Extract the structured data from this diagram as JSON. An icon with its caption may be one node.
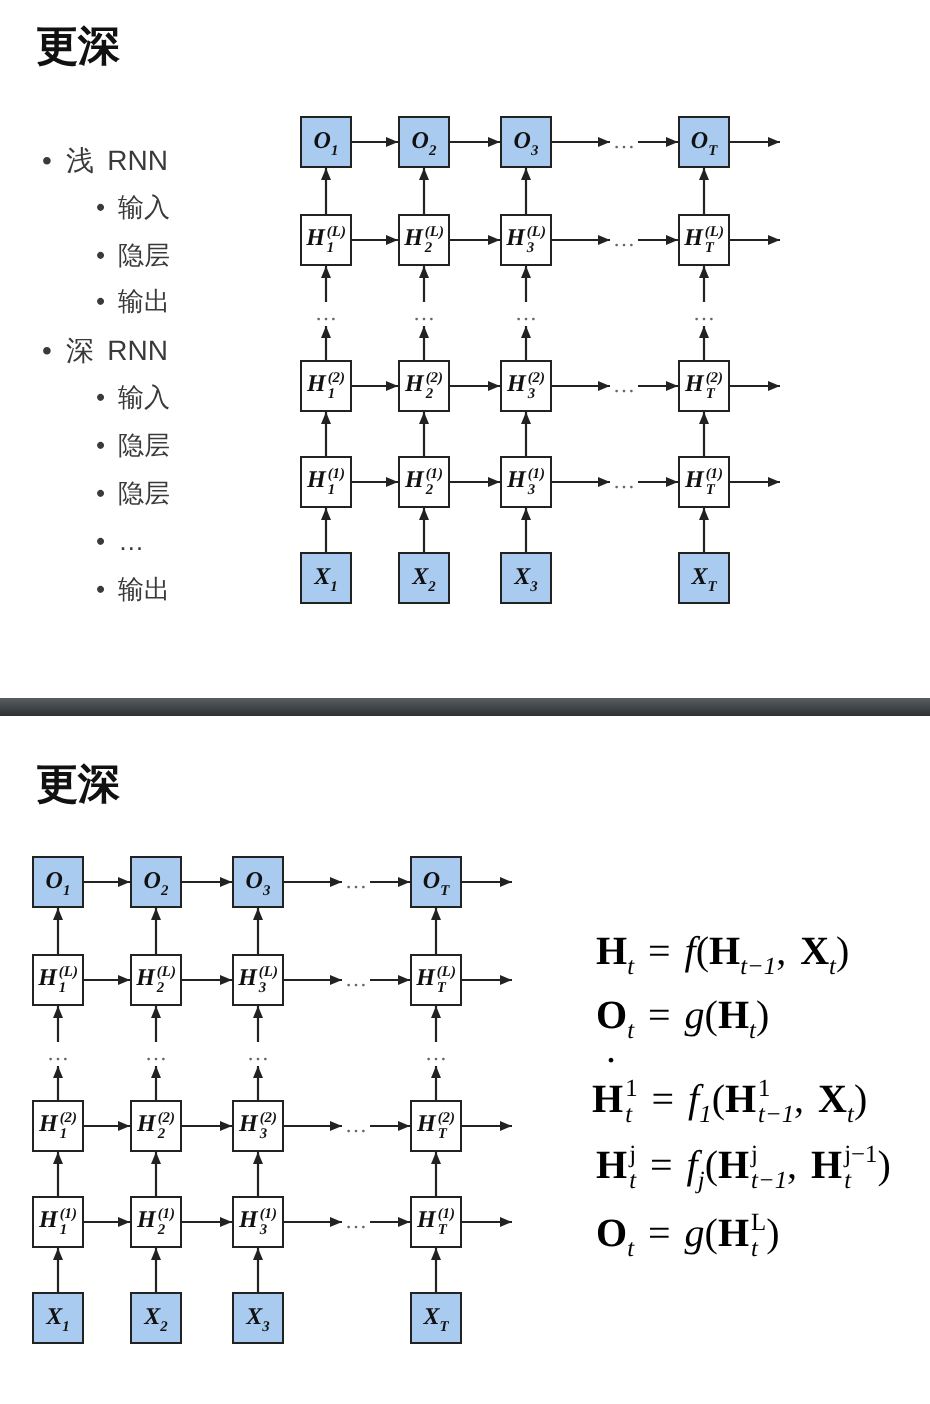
{
  "diagram": {
    "title": "更深",
    "nodes": [
      {
        "text": [
          "O$_{1}$"
        ]
      },
      {
        "text": [
          "O$_{2}$"
        ]
      },
      {
        "text": [
          "O$_{3}$"
        ]
      },
      {
        "text": [
          "…"
        ]
      },
      {
        "text": [
          "O$_{T}$"
        ]
      },
      {
        "text": [
          "H$^{(L)}$$_{1}$"
        ]
      },
      {
        "text": [
          "H$^{(L)}$$_{2}$"
        ]
      },
      {
        "text": [
          "H$^{(L)}$$_{3}$"
        ]
      },
      {
        "text": [
          "…"
        ]
      },
      {
        "text": [
          "H$^{(L)}$$_{T}$"
        ]
      },
      {
        "text": [
          "…"
        ]
      },
      {
        "text": [
          "…"
        ]
      },
      {
        "text": [
          "…"
        ]
      },
      {
        "text": [
          "…"
        ]
      },
      {
        "text": [
          "H$^{(2)}$$_{1}$"
        ]
      },
      {
        "text": [
          "H$^{(2)}$$_{2}$"
        ]
      },
      {
        "text": [
          "H$^{(2)}$$_{3}$"
        ]
      },
      {
        "text": [
          "…"
        ]
      },
      {
        "text": [
          "H$^{(2)}$$_{T}$"
        ]
      },
      {
        "text": [
          "H$^{(1)}$$_{1}$"
        ]
      },
      {
        "text": [
          "H$^{(1)}$$_{2}$"
        ]
      },
      {
        "text": [
          "H$^{(1)}$$_{3}$"
        ]
      },
      {
        "text": [
          "…"
        ]
      },
      {
        "text": [
          "H$^{(1)}$$_{T}$"
        ]
      },
      {
        "text": [
          "X$_{1}$"
        ]
      },
      {
        "text": [
          "X$_{2}$"
        ]
      },
      {
        "text": [
          "X$_{3}$"
        ]
      },
      {
        "text": [
          "X$_{T}$"
        ]
      },
      {
        "text": [
          "O$_{1}$"
        ]
      },
      {
        "text": [
          "O$_{2}$"
        ]
      },
      {
        "text": [
          "O$_{3}$"
        ]
      },
      {
        "text": [
          "…"
        ]
      },
      {
        "text": [
          "O$_{T}$"
        ]
      },
      {
        "text": [
          "H$^{(L)}$$_{1}$"
        ]
      },
      {
        "text": [
          "H$^{(L)}$$_{2}$"
        ]
      },
      {
        "text": [
          "H$^{(L)}$$_{3}$"
        ]
      },
      {
        "text": [
          "…"
        ]
      },
      {
        "text": [
          "H$^{(L)}$$_{T}$"
        ]
      },
      {
        "text": [
          "…"
        ]
      },
      {
        "text": [
          "…"
        ]
      },
      {
        "text": [
          "…"
        ]
      },
      {
        "text": [
          "…"
        ]
      },
      {
        "text": [
          "H$^{(2)}$$_{1}$"
        ]
      },
      {
        "text": [
          "H$^{(2)}$$_{2}$"
        ]
      },
      {
        "text": [
          "H$^{(2)}$$_{3}$"
        ]
      },
      {
        "text": [
          "…"
        ]
      },
      {
        "text": [
          "H$^{(2)}$$_{T}$"
        ]
      },
      {
        "text": [
          "H$^{(1)}$$_{1}$"
        ]
      },
      {
        "text": [
          "H$^{(1)}$$_{2}$"
        ]
      },
      {
        "text": [
          "H$^{(1)}$$_{3}$"
        ]
      },
      {
        "text": [
          "…"
        ]
      },
      {
        "text": [
          "H$^{(1)}$$_{T}$"
        ]
      },
      {
        "text": [
          "X$_{1}$"
        ]
      },
      {
        "text": [
          "X$_{2}$"
        ]
      },
      {
        "text": [
          "X$_{3}$"
        ]
      },
      {
        "text": [
          "X$_{T}$"
        ]
      }
    ],
    "edges": [
      {
        "from": 0,
        "to": 1,
        "arrow": "to"
      },
      {
        "from": 1,
        "to": 2,
        "arrow": "to"
      },
      {
        "from": 2,
        "to": 3,
        "arrow": "to"
      },
      {
        "from": 3,
        "to": 4,
        "arrow": "to"
      },
      {
        "from": 4,
        "to": null,
        "arrow": "to"
      },
      {
        "from": 5,
        "to": 6,
        "arrow": "to"
      },
      {
        "from": 6,
        "to": 7,
        "arrow": "to"
      },
      {
        "from": 7,
        "to": 8,
        "arrow": "to"
      },
      {
        "from": 8,
        "to": 9,
        "arrow": "to"
      },
      {
        "from": 9,
        "to": null,
        "arrow": "to"
      },
      {
        "from": 14,
        "to": 15,
        "arrow": "to"
      },
      {
        "from": 15,
        "to": 16,
        "arrow": "to"
      },
      {
        "from": 16,
        "to": 17,
        "arrow": "to"
      },
      {
        "from": 17,
        "to": 18,
        "arrow": "to"
      },
      {
        "from": 18,
        "to": null,
        "arrow": "to"
      },
      {
        "from": 19,
        "to": 20,
        "arrow": "to"
      },
      {
        "from": 20,
        "to": 21,
        "arrow": "to"
      },
      {
        "from": 21,
        "to": 22,
        "arrow": "to"
      },
      {
        "from": 22,
        "to": 23,
        "arrow": "to"
      },
      {
        "from": 23,
        "to": null,
        "arrow": "to"
      },
      {
        "from": 24,
        "to": 19,
        "arrow": "to"
      },
      {
        "from": 19,
        "to": 14,
        "arrow": "to"
      },
      {
        "from": 14,
        "to": 10,
        "arrow": "to"
      },
      {
        "from": 10,
        "to": 5,
        "arrow": "to"
      },
      {
        "from": 5,
        "to": 0,
        "arrow": "to"
      },
      {
        "from": 25,
        "to": 20,
        "arrow": "to"
      },
      {
        "from": 20,
        "to": 15,
        "arrow": "to"
      },
      {
        "from": 15,
        "to": 11,
        "arrow": "to"
      },
      {
        "from": 11,
        "to": 6,
        "arrow": "to"
      },
      {
        "from": 6,
        "to": 1,
        "arrow": "to"
      },
      {
        "from": 26,
        "to": 21,
        "arrow": "to"
      },
      {
        "from": 21,
        "to": 16,
        "arrow": "to"
      },
      {
        "from": 16,
        "to": 12,
        "arrow": "to"
      },
      {
        "from": 12,
        "to": 7,
        "arrow": "to"
      },
      {
        "from": 7,
        "to": 2,
        "arrow": "to"
      },
      {
        "from": 27,
        "to": 23,
        "arrow": "to"
      },
      {
        "from": 23,
        "to": 18,
        "arrow": "to"
      },
      {
        "from": 18,
        "to": 13,
        "arrow": "to"
      },
      {
        "from": 13,
        "to": 9,
        "arrow": "to"
      },
      {
        "from": 9,
        "to": 4,
        "arrow": "to"
      },
      {
        "from": 28,
        "to": 29,
        "arrow": "to"
      },
      {
        "from": 29,
        "to": 30,
        "arrow": "to"
      },
      {
        "from": 30,
        "to": 31,
        "arrow": "to"
      },
      {
        "from": 31,
        "to": 32,
        "arrow": "to"
      },
      {
        "from": 32,
        "to": null,
        "arrow": "to"
      },
      {
        "from": 33,
        "to": 34,
        "arrow": "to"
      },
      {
        "from": 34,
        "to": 35,
        "arrow": "to"
      },
      {
        "from": 35,
        "to": 36,
        "arrow": "to"
      },
      {
        "from": 36,
        "to": 37,
        "arrow": "to"
      },
      {
        "from": 37,
        "to": null,
        "arrow": "to"
      },
      {
        "from": 42,
        "to": 43,
        "arrow": "to"
      },
      {
        "from": 43,
        "to": 44,
        "arrow": "to"
      },
      {
        "from": 44,
        "to": 45,
        "arrow": "to"
      },
      {
        "from": 45,
        "to": 46,
        "arrow": "to"
      },
      {
        "from": 46,
        "to": null,
        "arrow": "to"
      },
      {
        "from": 47,
        "to": 48,
        "arrow": "to"
      },
      {
        "from": 48,
        "to": 49,
        "arrow": "to"
      },
      {
        "from": 49,
        "to": 50,
        "arrow": "to"
      },
      {
        "from": 50,
        "to": 51,
        "arrow": "to"
      },
      {
        "from": 51,
        "to": null,
        "arrow": "to"
      },
      {
        "from": 52,
        "to": 47,
        "arrow": "to"
      },
      {
        "from": 47,
        "to": 42,
        "arrow": "to"
      },
      {
        "from": 42,
        "to": 38,
        "arrow": "to"
      },
      {
        "from": 38,
        "to": 33,
        "arrow": "to"
      },
      {
        "from": 33,
        "to": 28,
        "arrow": "to"
      },
      {
        "from": 53,
        "to": 48,
        "arrow": "to"
      },
      {
        "from": 48,
        "to": 43,
        "arrow": "to"
      },
      {
        "from": 43,
        "to": 39,
        "arrow": "to"
      },
      {
        "from": 39,
        "to": 34,
        "arrow": "to"
      },
      {
        "from": 34,
        "to": 29,
        "arrow": "to"
      },
      {
        "from": 54,
        "to": 49,
        "arrow": "to"
      },
      {
        "from": 49,
        "to": 44,
        "arrow": "to"
      },
      {
        "from": 44,
        "to": 40,
        "arrow": "to"
      },
      {
        "from": 40,
        "to": 35,
        "arrow": "to"
      },
      {
        "from": 35,
        "to": 30,
        "arrow": "to"
      },
      {
        "from": 55,
        "to": 51,
        "arrow": "to"
      },
      {
        "from": 51,
        "to": 46,
        "arrow": "to"
      },
      {
        "from": 46,
        "to": 41,
        "arrow": "to"
      },
      {
        "from": 41,
        "to": 37,
        "arrow": "to"
      },
      {
        "from": 37,
        "to": 32,
        "arrow": "to"
      }
    ],
    "labels": [
      "• 浅 RNN",
      "• 输入",
      "• 隐层",
      "• 输出",
      "• 深 RNN",
      "• 输入",
      "• 隐层",
      "• 隐层",
      "• …",
      "• 输出",
      "更深",
      "**H**$_{t}$ = *f*(**H**$_{t−1}$, **X**$_{t}$)",
      "**O**$_{t}$ = *g*(**H**$_{t}$)",
      ".",
      "**H**$^{1}$$_{t}$ = *f*$_{1}$(**H**$^{1}$$_{t−1}$, **X**$_{t}$)",
      "**H**$^{j}$$_{t}$ = *f*$_{j}$(**H**$^{j}$$_{t−1}$, **H**$^{j−1}$$_{t}$)",
      "**O**$_{t}$ = *g*(**H**$^{L}$$_{t}$)"
    ]
  }
}
